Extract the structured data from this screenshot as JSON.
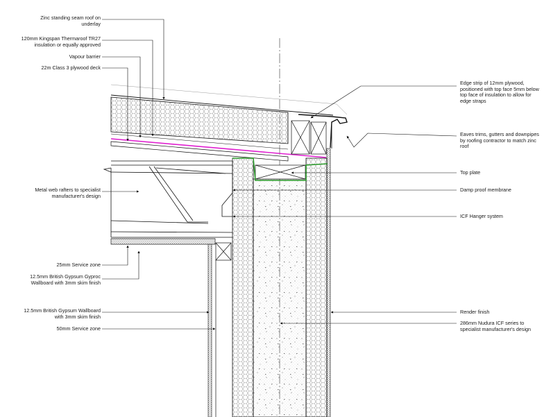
{
  "labels": {
    "zinc_roof": [
      "Zinc standing seam roof on",
      "underlay"
    ],
    "insulation": [
      "120mm Kingspan Thermaroof TR27",
      "insulation or equally approved"
    ],
    "vapour_barrier": "Vapour barrier",
    "plywood_deck": "22m Class 3 plywood deck",
    "edge_strip": [
      "Edge strip of 12mm plywood,",
      "positioned with top face 5mm below",
      "top face of insulation to allow for",
      "edge straps"
    ],
    "eaves": [
      "Eaves trims, gutters and downpipes",
      "by roofing contractor to match zinc",
      "roof"
    ],
    "top_plate": "Top plate",
    "dpm": "Damp proof membrane",
    "icf_hanger": "ICF Hanger system",
    "rafters": [
      "Metal web rafters to specialist",
      "manufacturer's design"
    ],
    "service_25": "25mm Service zone",
    "gyproc": [
      "12.5mm British Gypsum Gyproc",
      "Wallboard with 3mm skim finish"
    ],
    "wallboard": [
      "12.5mm British Gypsum Wallboard",
      "with 3mm skim finish"
    ],
    "service_50": "50mm Service zone",
    "render": "Render finish",
    "icf": [
      "286mm Nudura ICF series to",
      "specialist manufacturer's design"
    ]
  },
  "colors": {
    "vapour_barrier": "#e020d0",
    "dpm_top_plate": "#2a9a2a",
    "linework": "#111111"
  }
}
